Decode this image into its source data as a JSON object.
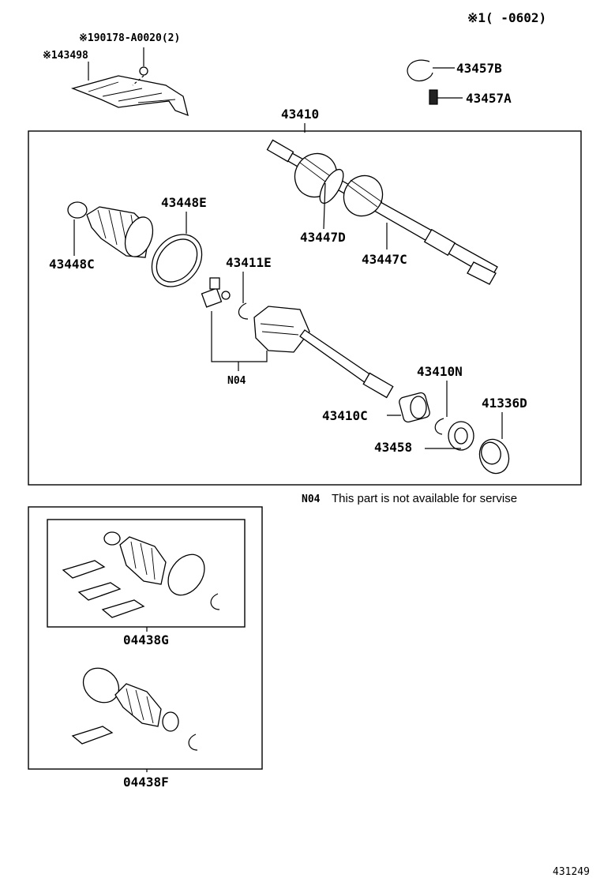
{
  "header": {
    "applicability": "※1(     -0602)"
  },
  "labels": {
    "part_190178": "※190178-A0020(2)",
    "part_143498": "※143498",
    "part_43457B": "43457B",
    "part_43457A": "43457A",
    "part_43410": "43410",
    "part_43448E": "43448E",
    "part_43447D": "43447D",
    "part_43447C": "43447C",
    "part_43448C": "43448C",
    "part_43411E": "43411E",
    "part_N04": "N04",
    "part_43410N": "43410N",
    "part_41336D": "41336D",
    "part_43410C": "43410C",
    "part_43458": "43458",
    "kit_04438G": "04438G",
    "kit_04438F": "04438F"
  },
  "note": {
    "code": "N04",
    "text": "This part is not available for servise"
  },
  "footer": {
    "figure_number": "431249"
  }
}
